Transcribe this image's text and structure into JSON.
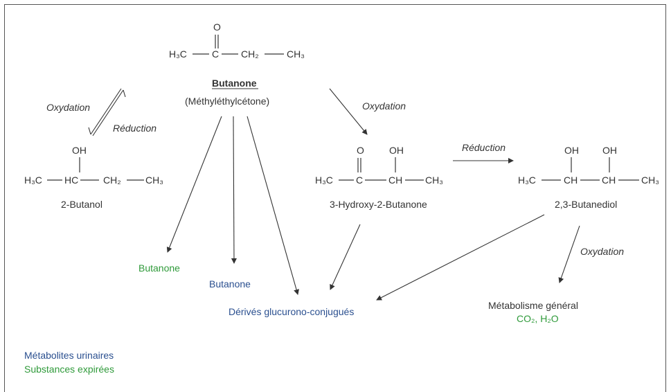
{
  "butanone": {
    "h3c": "H₃C",
    "c": "C",
    "o": "O",
    "ch2": "CH₂",
    "ch3": "CH₃",
    "name": "Butanone",
    "synonym": "(Méthyléthylcétone)"
  },
  "butanol": {
    "oh": "OH",
    "h3c": "H₃C",
    "hc": "HC",
    "ch2": "CH₂",
    "ch3": "CH₃",
    "name": "2-Butanol"
  },
  "acetoin": {
    "o": "O",
    "oh": "OH",
    "h3c": "H₃C",
    "c": "C",
    "ch": "CH",
    "ch3": "CH₃",
    "name": "3-Hydroxy-2-Butanone"
  },
  "butanediol": {
    "oh1": "OH",
    "oh2": "OH",
    "h3c": "H₃C",
    "ch1": "CH",
    "ch2": "CH",
    "ch3": "CH₃",
    "name": "2,3-Butanediol"
  },
  "reactions": {
    "oxidation_left": "Oxydation",
    "reduction_left": "Réduction",
    "oxidation_right": "Oxydation",
    "reduction_right": "Réduction",
    "oxidation_bottom": "Oxydation"
  },
  "products": {
    "expired_butanone": "Butanone",
    "urinary_butanone": "Butanone",
    "glucuro": "Dérivés glucurono-conjugués",
    "metabolism": "Métabolisme général",
    "co2_h2o": "CO₂, H₂O"
  },
  "legend": {
    "urinary": "Métabolites urinaires",
    "expired": "Substances expirées"
  },
  "colors": {
    "urinary": "#2a4f8f",
    "expired": "#2f9a3a"
  }
}
